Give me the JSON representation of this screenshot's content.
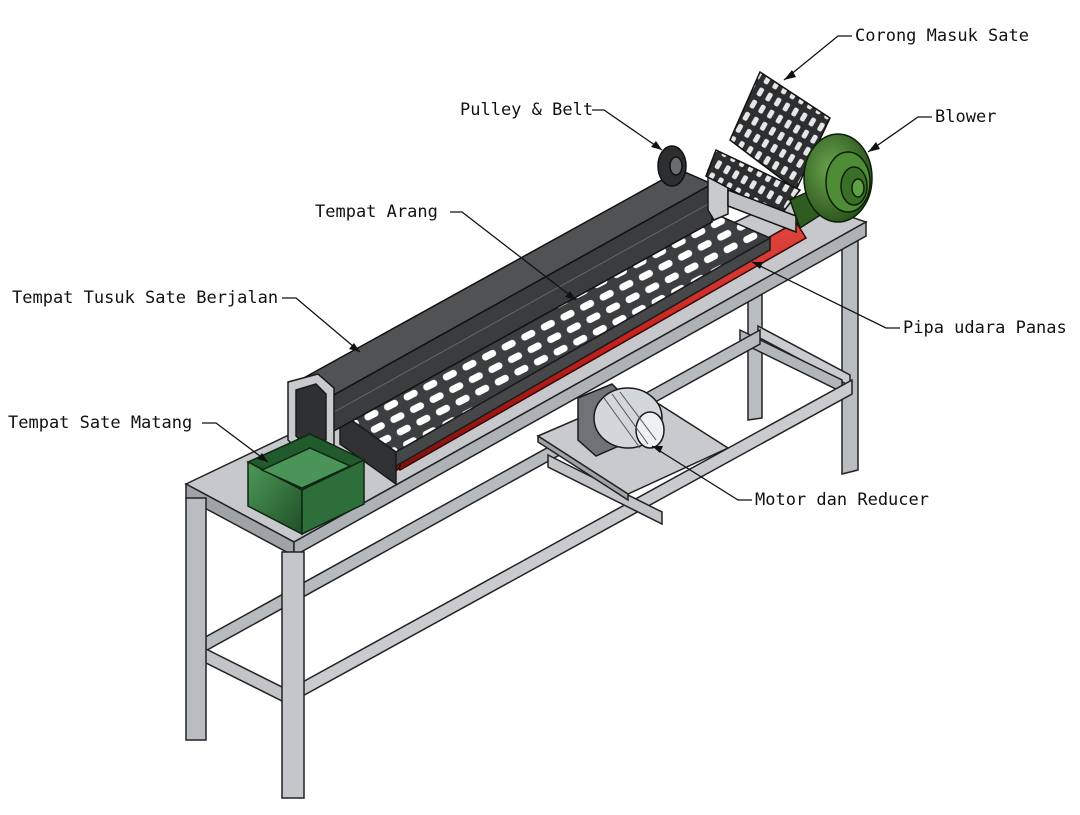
{
  "labels": {
    "corong": "Corong Masuk Sate",
    "pulley": "Pulley & Belt",
    "blower": "Blower",
    "arang": "Tempat Arang",
    "tusuk": "Tempat Tusuk Sate Berjalan",
    "pipa": "Pipa udara Panas",
    "matang": "Tempat Sate Matang",
    "motor": "Motor dan Reducer"
  },
  "colors": {
    "frame": "#b9bcc0",
    "frame_dark": "#6f7377",
    "table_top": "#c6c8cb",
    "conveyor": "#3a3c3e",
    "conveyor_light": "#505254",
    "pipe": "#c4201c",
    "blower": "#3f7a2c",
    "bin": "#2e6e3a",
    "motor": "#d3d7dc"
  }
}
